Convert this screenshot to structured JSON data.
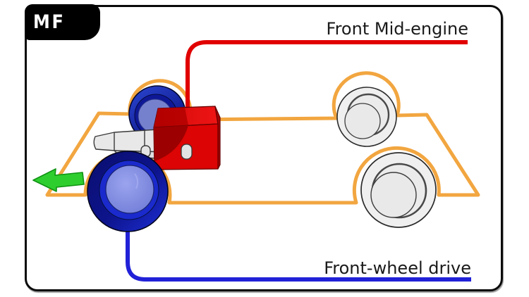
{
  "diagram": {
    "badge_label": "MF",
    "engine_label": "Front Mid-engine",
    "drive_label": "Front-wheel drive"
  },
  "colors": {
    "body-outline": "#F2A640",
    "engine-line": "#E10000",
    "drive-line": "#2121D8",
    "arrow-green": "#2FCE2F",
    "arrow-green-edge": "#0E9212",
    "engine-red": "#DC0404",
    "engine-dark-red": "#970000",
    "driven-wheel-blue": "#1A2ACC",
    "wheel-face-blue": "#8C97E6",
    "idle-wheel-gray": "#EFEFEF",
    "label-text": "#1A1A1A",
    "badge-bg": "#000000",
    "badge-text": "#FFFFFF",
    "frame-border": "#0A0A0A"
  }
}
